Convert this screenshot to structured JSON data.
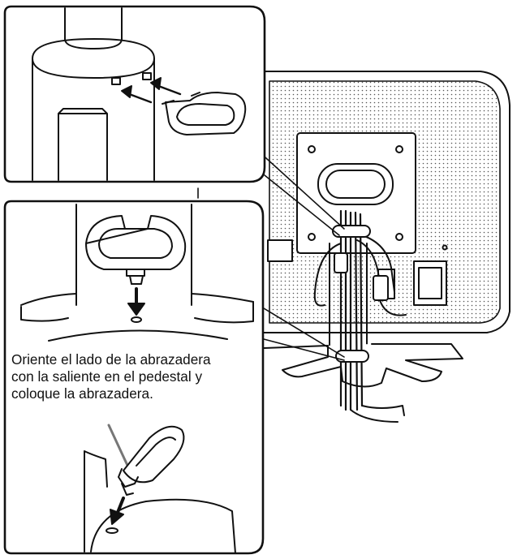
{
  "instruction": {
    "lines": [
      "Oriente el lado de la abrazadera",
      "con la saliente en el pedestal y",
      "coloque la abrazadera."
    ]
  },
  "colors": {
    "line": "#111111",
    "panel_border": "#111111",
    "background": "#ffffff",
    "screen_dots": "#555555"
  },
  "icons": [
    "arrow-icon",
    "cable-clamp-icon",
    "monitor-illustration"
  ]
}
